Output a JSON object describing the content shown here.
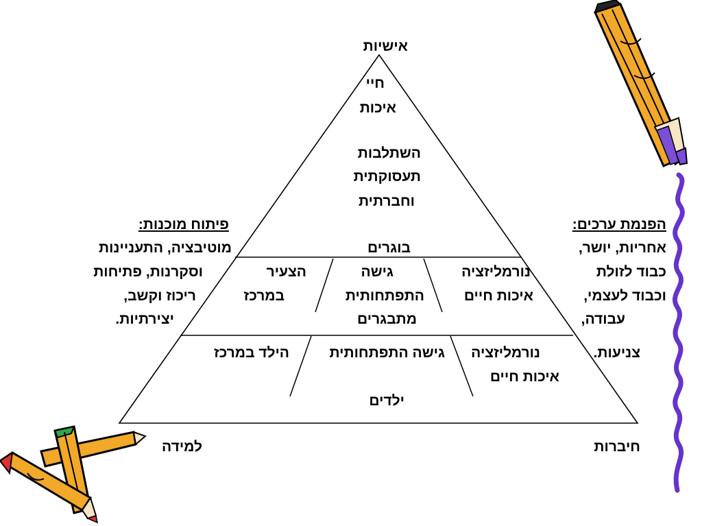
{
  "apex": {
    "title": "אישיות",
    "lines": [
      "חיי",
      "איכות",
      "השתלבות",
      "תעסוקתית",
      "וחברתית"
    ]
  },
  "left": {
    "heading": "פיתוח מוכנות:",
    "lines": [
      "מוטיבציה, התעניינות",
      "וסקרנות, פתיחות",
      "ריכוז וקשב,",
      "יצירתיות."
    ]
  },
  "right": {
    "heading": "הפנמת ערכים:",
    "lines": [
      "אחריות, יושר,",
      "כבוד לזולת",
      "וכבוד לעצמי,",
      "עבודה,",
      "צניעות."
    ]
  },
  "adults": {
    "title": "בוגרים",
    "c_right": [
      "נורמליזציה",
      "איכות חיים"
    ],
    "c_mid": [
      "גישה",
      "התפתחותית",
      "מתבגרים"
    ],
    "c_left": [
      "הצעיר",
      "במרכז"
    ]
  },
  "children": {
    "title": "ילדים",
    "c_right": [
      "נורמליזציה",
      "איכות חיים"
    ],
    "c_mid": "גישה התפתחותית",
    "c_left": "הילד במרכז"
  },
  "base": {
    "left": "למידה",
    "right": "חיברות"
  },
  "decor": {
    "pencil_body": "#f2a92a",
    "pencil_tip": "#7a4fd6",
    "squiggle": "#6633cc"
  }
}
